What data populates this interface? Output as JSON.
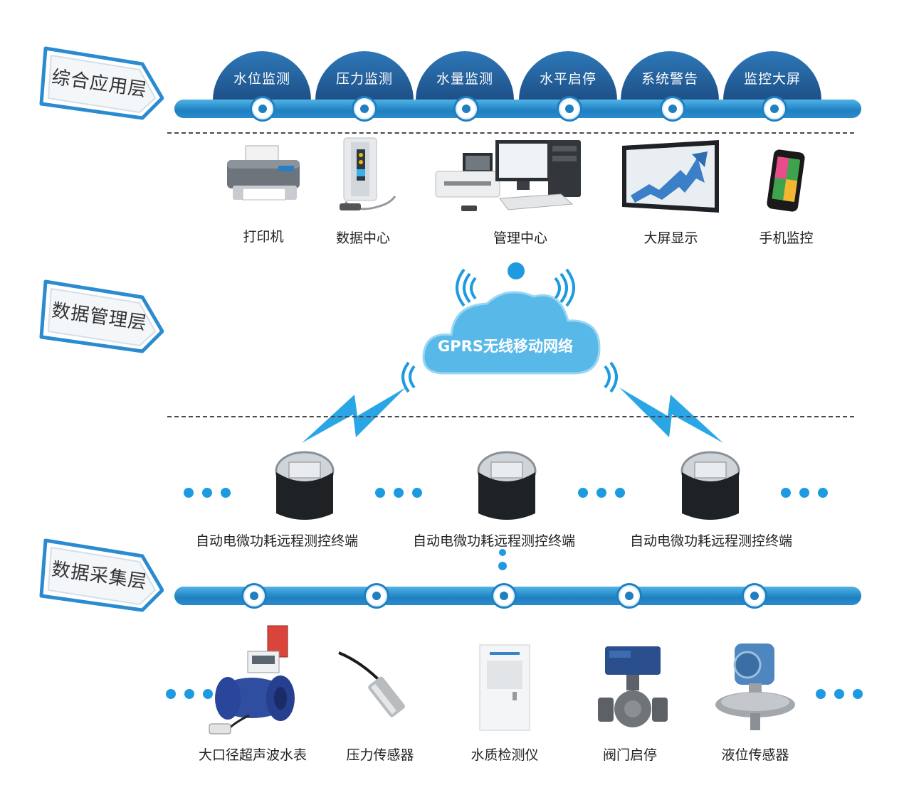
{
  "layers": {
    "application": "综合应用层",
    "data_management": "数据管理层",
    "data_collection": "数据采集层"
  },
  "application_tabs": [
    "水位监测",
    "压力监测",
    "水量监测",
    "水平启停",
    "系统警告",
    "监控大屏"
  ],
  "application_devices": [
    "打印机",
    "数据中心",
    "管理中心",
    "大屏显示",
    "手机监控"
  ],
  "network": {
    "cloud_label": "GPRS无线移动网络"
  },
  "terminals": [
    "自动电微功耗远程测控终端",
    "自动电微功耗远程测控终端",
    "自动电微功耗远程测控终端"
  ],
  "sensors": [
    "大口径超声波水表",
    "压力传感器",
    "水质检测仪",
    "阀门启停",
    "液位传感器"
  ],
  "colors": {
    "rail_blue": "#1f7fc1",
    "tab_dark_blue": "#1d4f86",
    "dot_blue": "#1e9be0",
    "cloud_blue": "#58b9e8"
  }
}
